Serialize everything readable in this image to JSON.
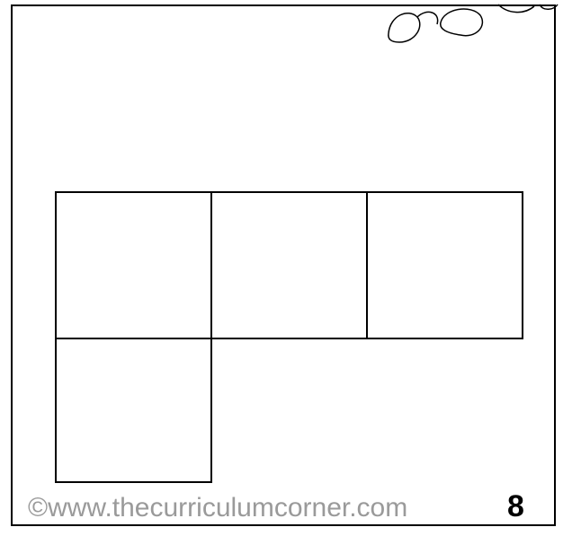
{
  "card": {
    "footer": {
      "copyright": "©www.thecurriculumcorner.com",
      "number": "8"
    },
    "grid": {
      "cells_top_row": 3,
      "cells_second_row": 1
    }
  },
  "colors": {
    "border": "#000000",
    "copyright_text": "#9a9a9a",
    "background": "#ffffff"
  },
  "icons": {
    "decoration": "flower-petals-icon"
  }
}
